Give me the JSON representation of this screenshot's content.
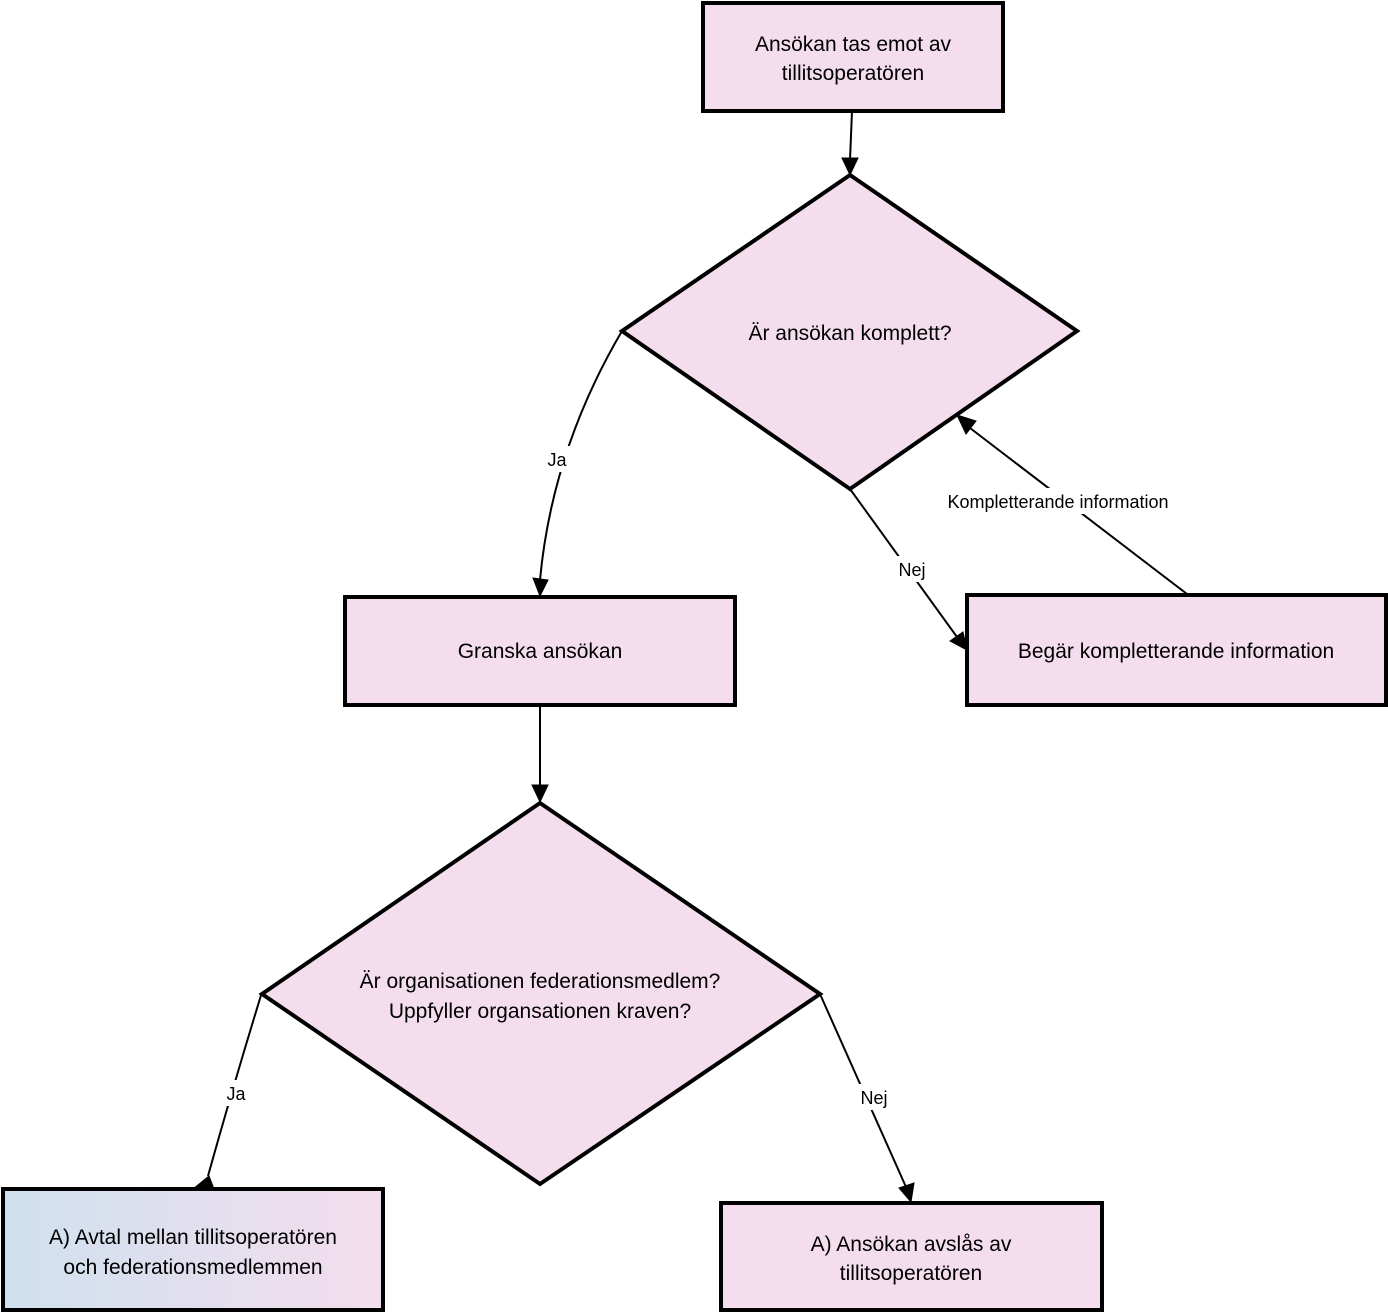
{
  "colors": {
    "node_fill": "#f4deed",
    "gradient_start": "#cfe0ee",
    "gradient_end": "#f4deed",
    "stroke": "#000000",
    "background": "#ffffff"
  },
  "nodes": {
    "start": {
      "lines": [
        "Ansökan tas emot av",
        "tillitsoperatören"
      ]
    },
    "decision_complete": {
      "lines": [
        "Är ansökan komplett?"
      ]
    },
    "review": {
      "lines": [
        "Granska ansökan"
      ]
    },
    "request_info": {
      "lines": [
        "Begär kompletterande information"
      ]
    },
    "decision_member": {
      "lines": [
        "Är organisationen federationsmedlem?",
        "Uppfyller organsationen kraven?"
      ]
    },
    "agreement": {
      "lines": [
        "A) Avtal mellan tillitsoperatören",
        "och federationsmedlemmen"
      ]
    },
    "rejected": {
      "lines": [
        "A) Ansökan avslås av",
        "tillitsoperatören"
      ]
    }
  },
  "edges": {
    "complete_yes": {
      "label": "Ja"
    },
    "complete_no": {
      "label": "Nej"
    },
    "supplement": {
      "label": "Kompletterande information"
    },
    "member_yes": {
      "label": "Ja"
    },
    "member_no": {
      "label": "Nej"
    }
  }
}
